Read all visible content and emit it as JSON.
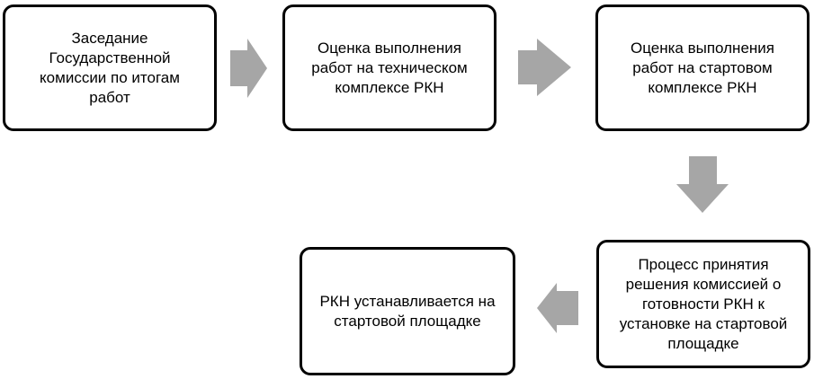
{
  "diagram": {
    "boxes": [
      {
        "id": "session",
        "text": "Заседание\nГосударственной\nкомиссии по итогам\nработ"
      },
      {
        "id": "tech-eval",
        "text": "Оценка выполнения\nработ на техническом\nкомплексе РКН"
      },
      {
        "id": "launch-eval",
        "text": "Оценка выполнения\nработ на  стартовом\nкомплексе РКН"
      },
      {
        "id": "decision",
        "text": "Процесс принятия\nрешения комиссией  о\nготовности РКН к\nустановке на стартовой\nплощадке"
      },
      {
        "id": "installed",
        "text": "РКН устанавливается на\nстартовой площадке"
      }
    ],
    "arrow_color": "#a6a6a6",
    "border_color": "#000000"
  }
}
